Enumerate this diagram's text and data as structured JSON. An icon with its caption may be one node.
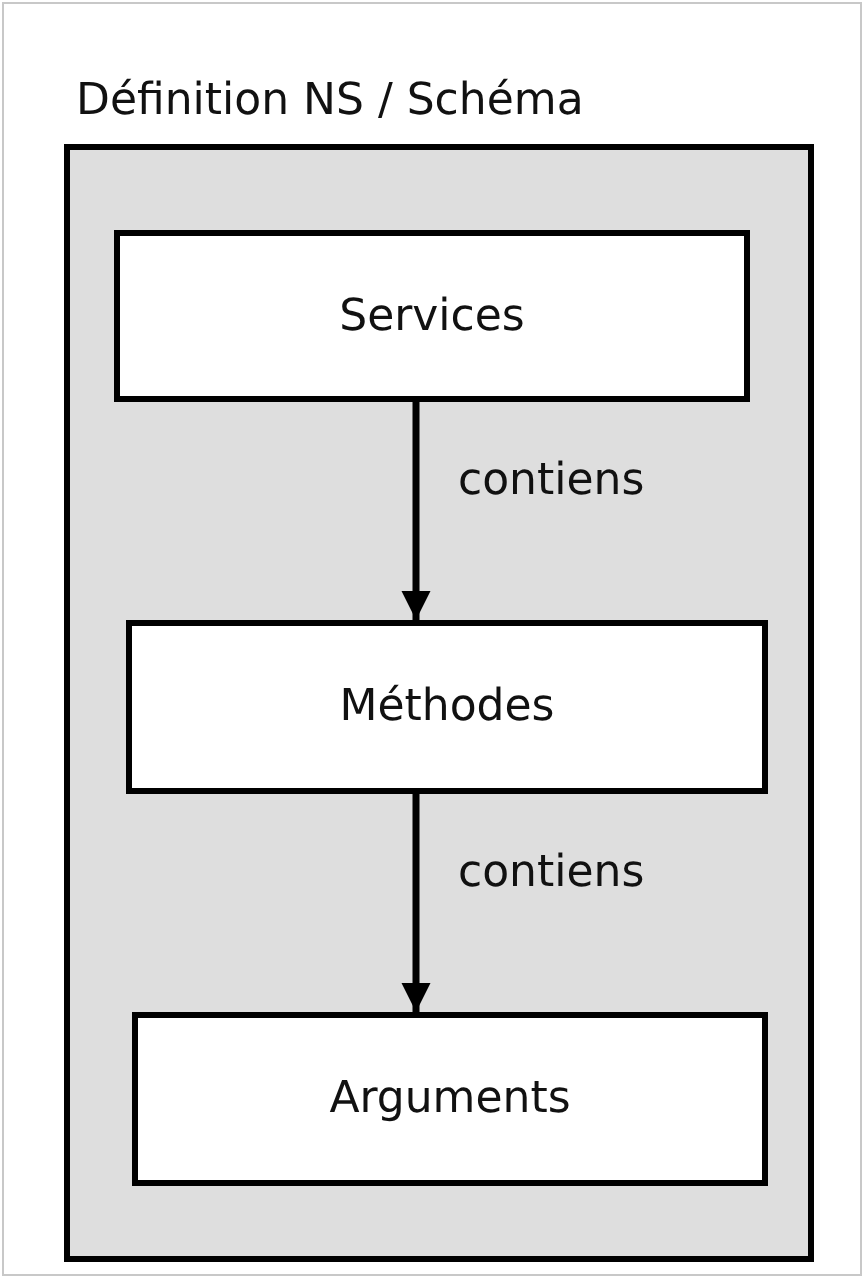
{
  "diagram": {
    "nodes": [
      {
        "text": [
          "Définition NS / Schéma"
        ]
      },
      {
        "text": [
          "Services"
        ],
        "in": 0
      },
      {
        "text": [
          "Méthodes"
        ],
        "in": 0
      },
      {
        "text": [
          "Arguments"
        ],
        "in": 0
      }
    ],
    "edges": [
      {
        "from": 1,
        "to": 2,
        "arrow": "to",
        "label": "contiens"
      },
      {
        "from": 2,
        "to": 3,
        "arrow": "to",
        "label": "contiens"
      }
    ]
  }
}
